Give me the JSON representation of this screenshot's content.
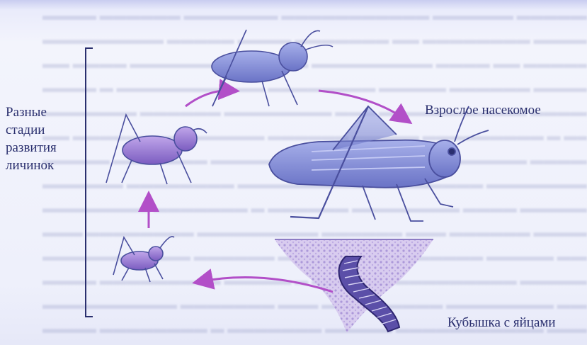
{
  "labels": {
    "stages_line1": "Разные",
    "stages_line2": "стадии",
    "stages_line3": "развития",
    "stages_line4": "личинок",
    "adult": "Взрослое насекомое",
    "eggs": "Кубышка с яйцами"
  },
  "colors": {
    "arrow": "#b24fc8",
    "insect_body": "#7b86d4",
    "insect_outline": "#4a4f9e",
    "larva_body": "#9b79d0",
    "soil": "#c9b6e6",
    "text": "#2a2f6e"
  }
}
